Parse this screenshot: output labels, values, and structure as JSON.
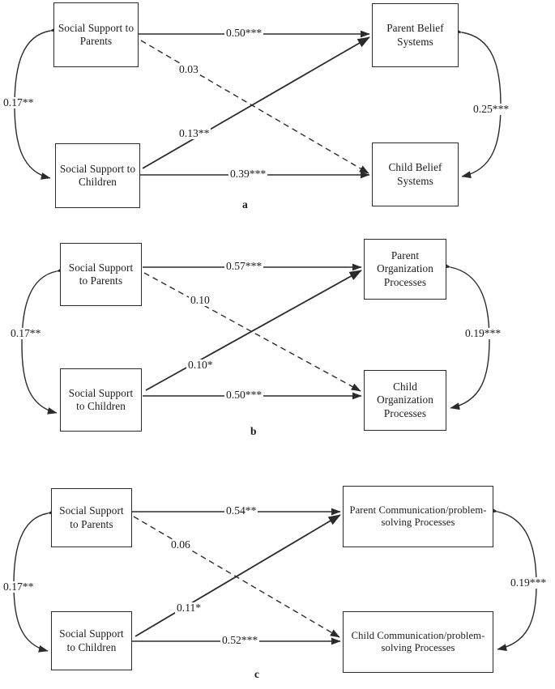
{
  "figure": {
    "type": "path-diagram",
    "description": "Three structural equation path models (a, b, c) linking social support to parents and children with parent and child outcomes",
    "panels": [
      {
        "letter": "a",
        "nodes": {
          "top_left": "Social Support to Parents",
          "bottom_left": "Social Support to Children",
          "top_right": "Parent Belief Systems",
          "bottom_right": "Child Belief Systems"
        },
        "paths": {
          "left_covariance": "0.17**",
          "top_left_to_top_right": "0.50***",
          "top_left_to_bottom_right": "0.03",
          "bottom_left_to_top_right": "0.13**",
          "bottom_left_to_bottom_right": "0.39***",
          "right_covariance": "0.25***"
        }
      },
      {
        "letter": "b",
        "nodes": {
          "top_left": "Social Support to Parents",
          "bottom_left": "Social Support to Children",
          "top_right": "Parent Organization Processes",
          "bottom_right": "Child Organization Processes"
        },
        "paths": {
          "left_covariance": "0.17**",
          "top_left_to_top_right": "0.57***",
          "top_left_to_bottom_right": "0.10",
          "bottom_left_to_top_right": "0.10*",
          "bottom_left_to_bottom_right": "0.50***",
          "right_covariance": "0.19***"
        }
      },
      {
        "letter": "c",
        "nodes": {
          "top_left": "Social Support to Parents",
          "bottom_left": "Social Support to Children",
          "top_right": "Parent Communication/problem-solving Processes",
          "bottom_right": "Child Communication/problem-solving Processes"
        },
        "paths": {
          "left_covariance": "0.17**",
          "top_left_to_top_right": "0.54**",
          "top_left_to_bottom_right": "0.06",
          "bottom_left_to_top_right": "0.11*",
          "bottom_left_to_bottom_right": "0.52***",
          "right_covariance": "0.19***"
        }
      }
    ],
    "colors": {
      "stroke": "#2b2b2b",
      "text": "#1a1a1a",
      "background": "#ffffff"
    }
  }
}
